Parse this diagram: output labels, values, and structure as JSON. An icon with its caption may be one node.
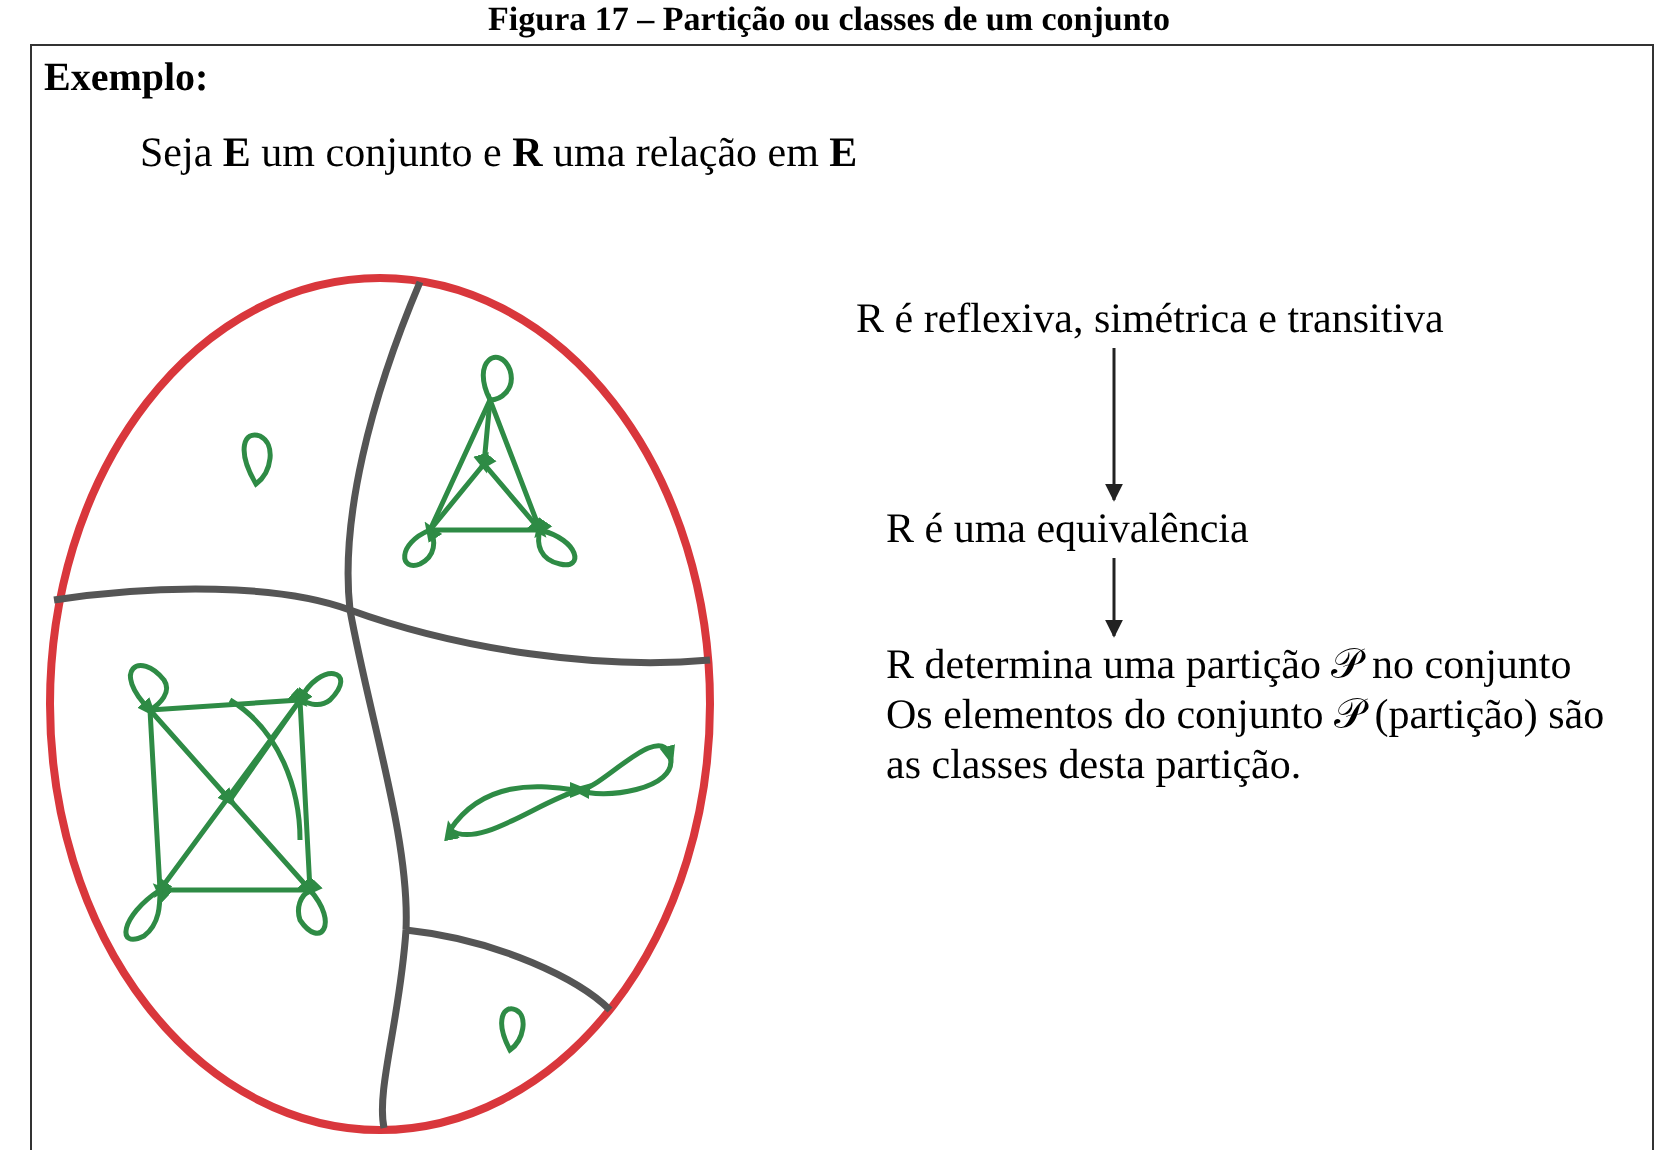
{
  "diagram": {
    "title": "Figura 17 – Partição ou classes de um conjunto",
    "nodes": [
      {
        "text": [
          "R é reflexiva, simétrica e transitiva"
        ]
      },
      {
        "text": [
          "R é uma equivalência"
        ]
      },
      {
        "text": [
          "R determina uma partição 𝒫 no conjunto",
          "Os elementos do conjunto 𝒫 (partição) são as classes desta partição."
        ]
      }
    ],
    "edges": [
      {
        "from": 0,
        "to": 1,
        "arrow": "to"
      },
      {
        "from": 1,
        "to": 2,
        "arrow": "to"
      }
    ],
    "labels": [
      "Exemplo:",
      "Seja **E** um conjunto e **R** uma relação em **E**"
    ]
  }
}
